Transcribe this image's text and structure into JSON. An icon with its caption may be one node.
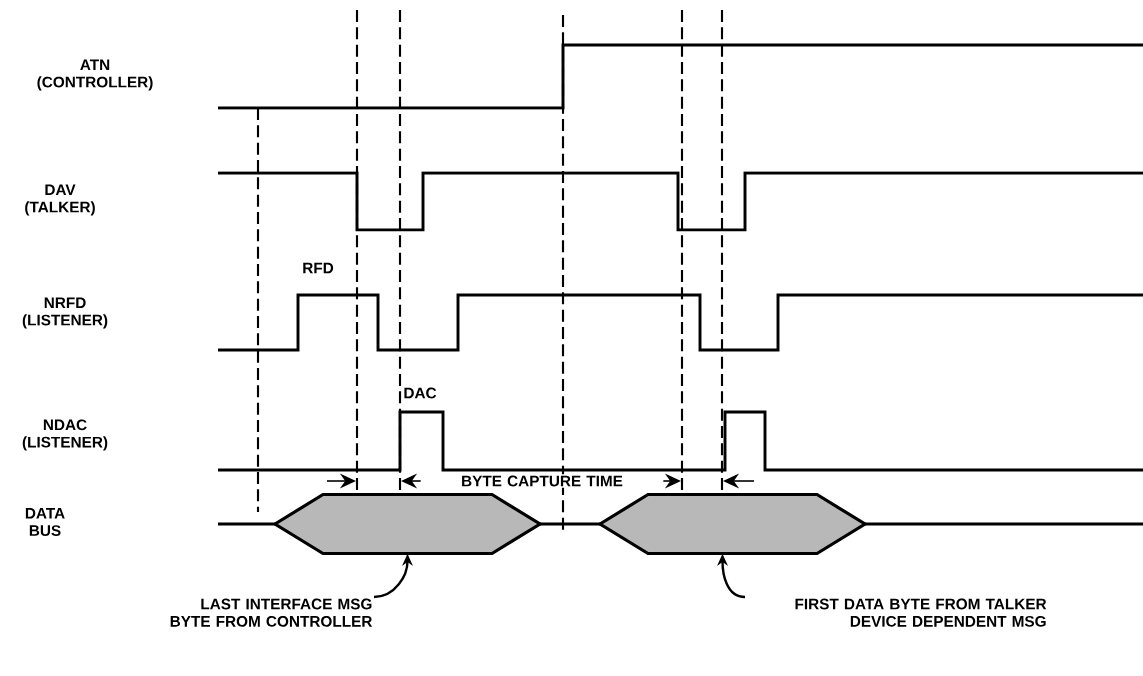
{
  "diagram": {
    "nodes": [
      {
        "text": [],
        "shape": "hexagon"
      },
      {
        "text": [],
        "shape": "hexagon"
      },
      {
        "text": [
          "LAST INTERFACE MSG BYTE FROM CONTROLLER"
        ]
      },
      {
        "text": [
          "FIRST DATA BYTE FROM TALKER DEVICE DEPENDENT MSG"
        ]
      }
    ],
    "edges": [
      {
        "from": 2,
        "to": 0,
        "arrow": "to"
      },
      {
        "from": 3,
        "to": 1,
        "arrow": "to"
      }
    ],
    "labels": [
      "ATN (CONTROLLER)",
      "DAV (TALKER)",
      "RFD",
      "NRFD (LISTENER)",
      "DAC",
      "NDAC (LISTENER)",
      "BYTE CAPTURE TIME",
      "DATA BUS"
    ]
  }
}
